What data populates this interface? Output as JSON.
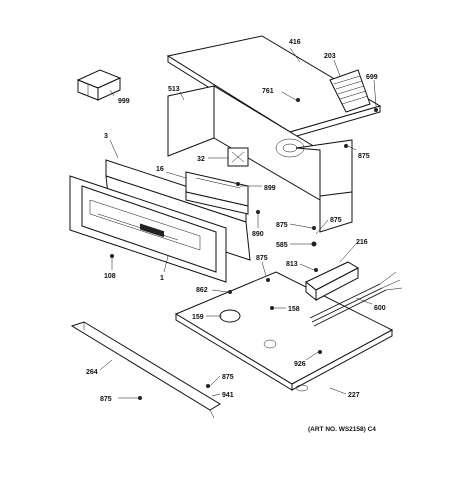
{
  "diagram": {
    "callouts": {
      "c416": "416",
      "c203": "203",
      "c699": "699",
      "c999": "999",
      "c513": "513",
      "c761": "761",
      "c3": "3",
      "c32": "32",
      "c875a": "875",
      "c16": "16",
      "c899": "899",
      "c890": "890",
      "c875b": "875",
      "c875c": "875",
      "c585": "585",
      "c216": "216",
      "c813": "813",
      "c875d": "875",
      "c108": "108",
      "c1": "1",
      "c862": "862",
      "c600": "600",
      "c159": "159",
      "c158": "158",
      "c926": "926",
      "c264": "264",
      "c875e": "875",
      "c941": "941",
      "c875f": "875",
      "c227": "227"
    },
    "art_number": "(ART NO. WS2158) C4"
  }
}
